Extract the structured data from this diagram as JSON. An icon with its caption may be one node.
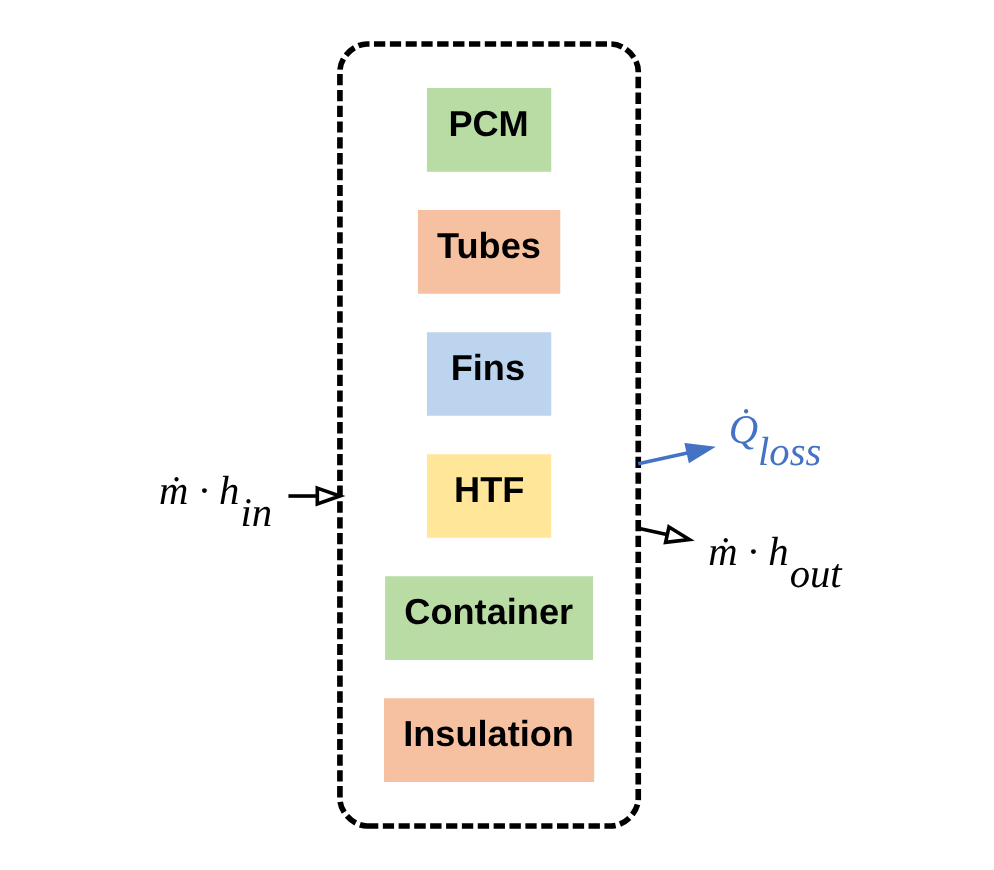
{
  "diagram": {
    "nodes": [
      {
        "text": [
          "ṁ · h$_{in}$"
        ]
      },
      {
        "text": [],
        "shape": "box"
      },
      {
        "text": [
          "PCM"
        ],
        "in": 1
      },
      {
        "text": [
          "Tubes"
        ],
        "in": 1
      },
      {
        "text": [
          "Fins"
        ],
        "in": 1
      },
      {
        "text": [
          "HTF"
        ],
        "in": 1
      },
      {
        "text": [
          "Container"
        ],
        "in": 1
      },
      {
        "text": [
          "Insulation"
        ],
        "in": 1
      },
      {
        "text": [
          "Q̇$_{loss}$"
        ]
      },
      {
        "text": [
          "ṁ · h$_{out}$"
        ]
      }
    ],
    "edges": [
      {
        "from": 0,
        "to": 1,
        "arrow": "to"
      },
      {
        "from": 1,
        "to": 8,
        "arrow": "to",
        "color": "#4472c4"
      },
      {
        "from": 1,
        "to": 9,
        "arrow": "to"
      }
    ]
  }
}
